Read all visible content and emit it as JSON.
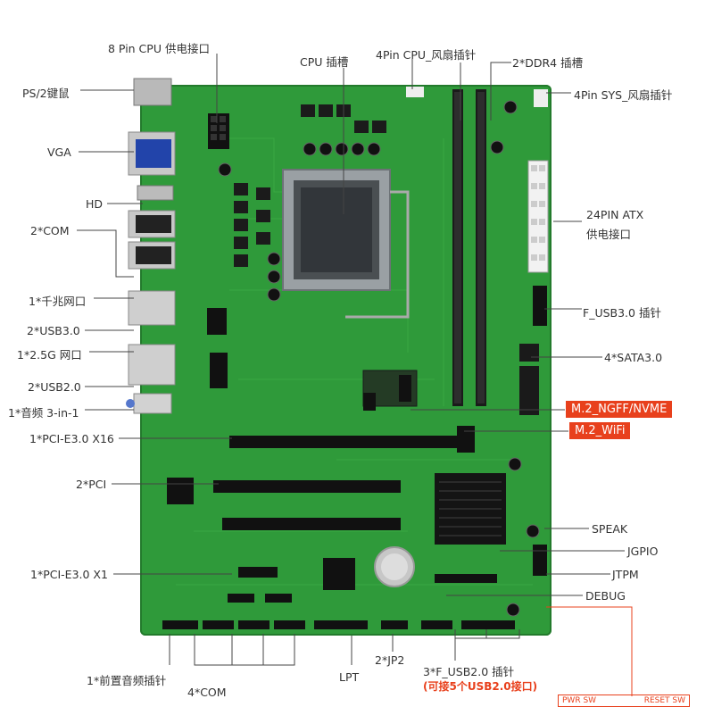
{
  "labels": {
    "cpu_power": "8 Pin CPU 供电接口",
    "cpu_socket": "CPU 插槽",
    "cpu_fan": "4Pin CPU_风扇插针",
    "ddr4": "2*DDR4 插槽",
    "ps2": "PS/2键鼠",
    "sys_fan": "4Pin SYS_风扇插针",
    "vga": "VGA",
    "hd": "HD",
    "atx24_line1": "24PIN ATX",
    "atx24_line2": "供电接口",
    "com2": "2*COM",
    "lan1g": "1*千兆网口",
    "f_usb3": "F_USB3.0 插针",
    "usb3": "2*USB3.0",
    "lan25g": "1*2.5G 网口",
    "sata": "4*SATA3.0",
    "usb2": "2*USB2.0",
    "m2_ngff": "M.2_NGFF/NVME",
    "audio": "1*音频 3-in-1",
    "m2_wifi": "M.2_WiFi",
    "pcie16": "1*PCI-E3.0 X16",
    "pci2": "2*PCI",
    "speak": "SPEAK",
    "jgpio": "JGPIO",
    "pcie1": "1*PCI-E3.0 X1",
    "jtpm": "JTPM",
    "debug": "DEBUG",
    "jp2": "2*JP2",
    "front_audio": "1*前置音频插针",
    "lpt": "LPT",
    "f_usb2": "3*F_USB2.0 插针",
    "f_usb2_note": "(可接5个USB2.0接口)",
    "com4": "4*COM",
    "pwr_sw": "PWR SW",
    "reset_sw": "RESET SW"
  },
  "colors": {
    "pcb": "#2f9a3a",
    "accent": "#e8401c",
    "line": "#333333"
  }
}
